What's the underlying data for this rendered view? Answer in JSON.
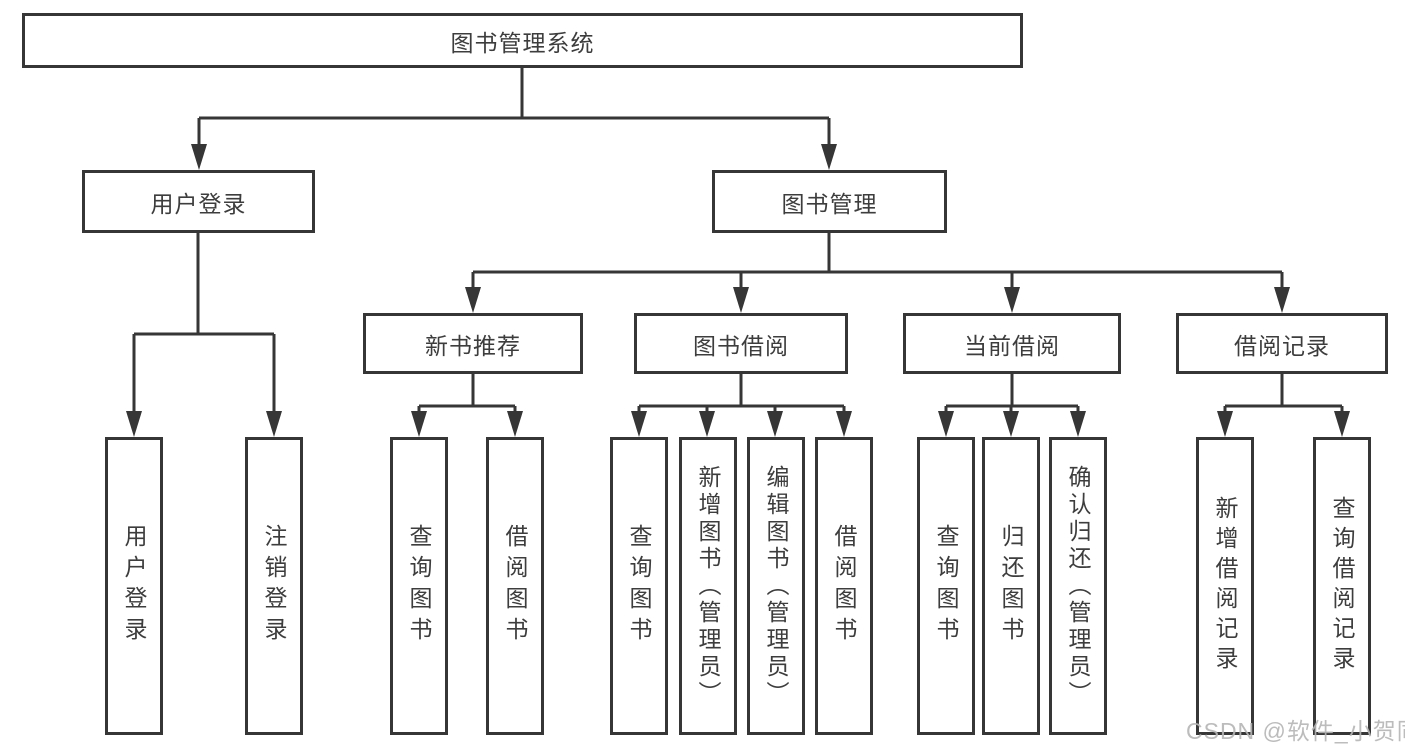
{
  "tree": {
    "root": "图书管理系统",
    "level1": [
      {
        "label": "用户登录",
        "leaves": [
          "用户登录",
          "注销登录"
        ]
      },
      {
        "label": "图书管理",
        "groups": [
          {
            "label": "新书推荐",
            "leaves": [
              "查询图书",
              "借阅图书"
            ]
          },
          {
            "label": "图书借阅",
            "leaves": [
              "查询图书",
              "新增图书（管理员）",
              "编辑图书（管理员）",
              "借阅图书"
            ]
          },
          {
            "label": "当前借阅",
            "leaves": [
              "查询图书",
              "归还图书",
              "确认归还（管理员）"
            ]
          },
          {
            "label": "借阅记录",
            "leaves": [
              "新增借阅记录",
              "查询借阅记录"
            ]
          }
        ]
      }
    ]
  },
  "watermark": {
    "text": "CSDN @软件_小贺同学"
  },
  "colors": {
    "line": "#363636",
    "text": "#3d3d3d",
    "box_background": "#ffffff",
    "watermark": "#b5b5b5"
  }
}
